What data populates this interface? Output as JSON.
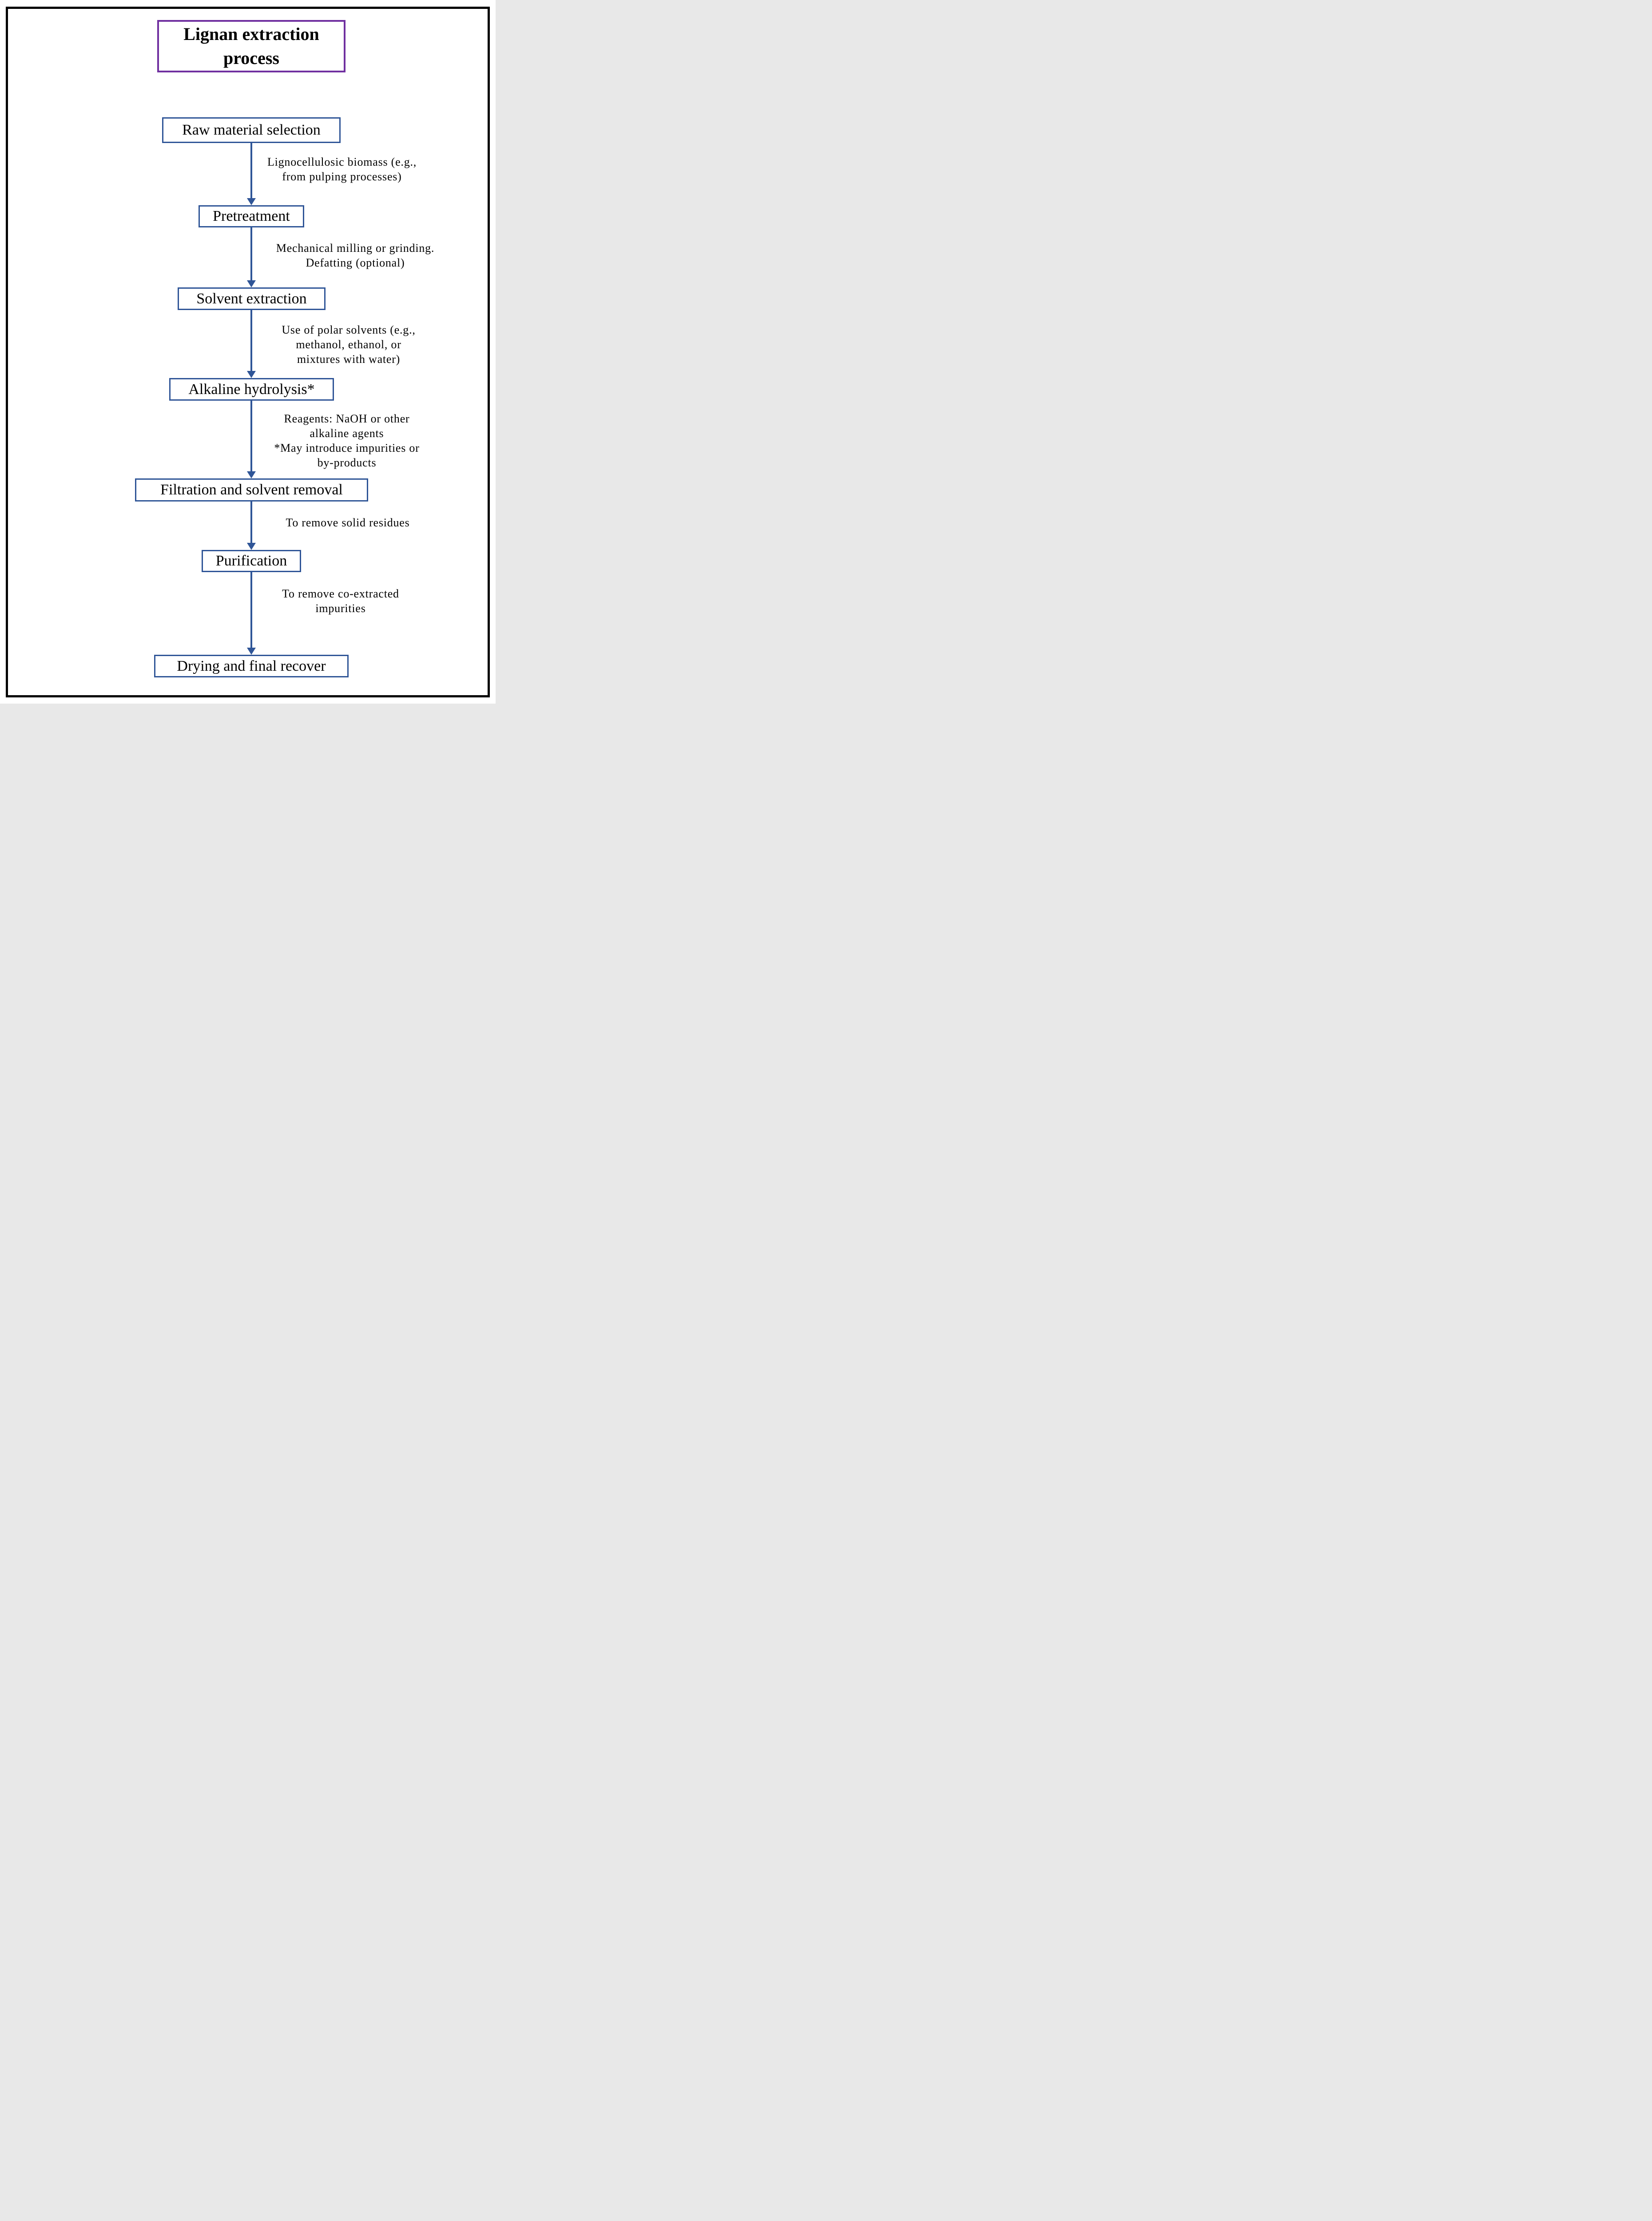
{
  "flow": {
    "title": "Lignan extraction process",
    "steps": [
      "Raw material selection",
      "Pretreatment",
      "Solvent extraction",
      "Alkaline hydrolysis*",
      "Filtration and solvent removal",
      "Purification",
      "Drying and final recover"
    ],
    "edge_annotations": [
      "Lignocellulosic biomass (e.g.,\nfrom pulping processes)",
      "Mechanical milling or grinding.\nDefatting (optional)",
      "Use of polar solvents (e.g.,\nmethanol, ethanol, or\nmixtures with water)",
      "Reagents: NaOH or other\nalkaline agents\n*May introduce impurities or\nby-products",
      "To remove solid residues",
      "To remove co-extracted\nimpurities"
    ]
  },
  "colors": {
    "box_border": "#2f5597",
    "title_border": "#7030a0",
    "arrow": "#2f5597",
    "text": "#000000",
    "frame": "#000000",
    "background": "#ffffff"
  }
}
